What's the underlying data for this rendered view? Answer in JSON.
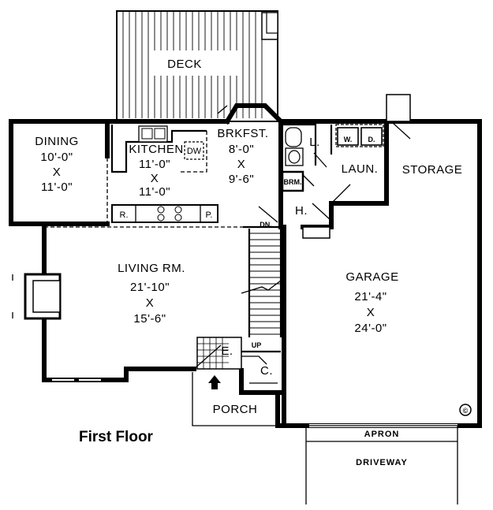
{
  "plan": {
    "title": "First Floor",
    "copyright_mark": "©",
    "rooms": {
      "deck": {
        "name": "DECK"
      },
      "dining": {
        "name": "DINING",
        "dim1": "10'-0\"",
        "x": "X",
        "dim2": "11'-0\""
      },
      "kitchen": {
        "name": "KITCHEN",
        "dim1": "11'-0\"",
        "x": "X",
        "dim2": "11'-0\""
      },
      "brkfst": {
        "name": "BRKFST.",
        "dim1": "8'-0\"",
        "x": "X",
        "dim2": "9'-6\""
      },
      "living": {
        "name": "LIVING RM.",
        "dim1": "21'-10\"",
        "x": "X",
        "dim2": "15'-6\""
      },
      "garage": {
        "name": "GARAGE",
        "dim1": "21'-4\"",
        "x": "X",
        "dim2": "24'-0\""
      },
      "storage": {
        "name": "STORAGE"
      },
      "laun": {
        "name": "LAUN."
      },
      "porch": {
        "name": "PORCH"
      }
    },
    "small_labels": {
      "dw": "DW",
      "r": "R.",
      "p": "P.",
      "brm": "BRM.",
      "l": "L.",
      "h": "H.",
      "wd_w": "W.",
      "wd_d": "D.",
      "dn": "DN.",
      "up": "UP",
      "e": "E.",
      "c": "C."
    },
    "apron": "APRON",
    "driveway": "DRIVEWAY"
  }
}
